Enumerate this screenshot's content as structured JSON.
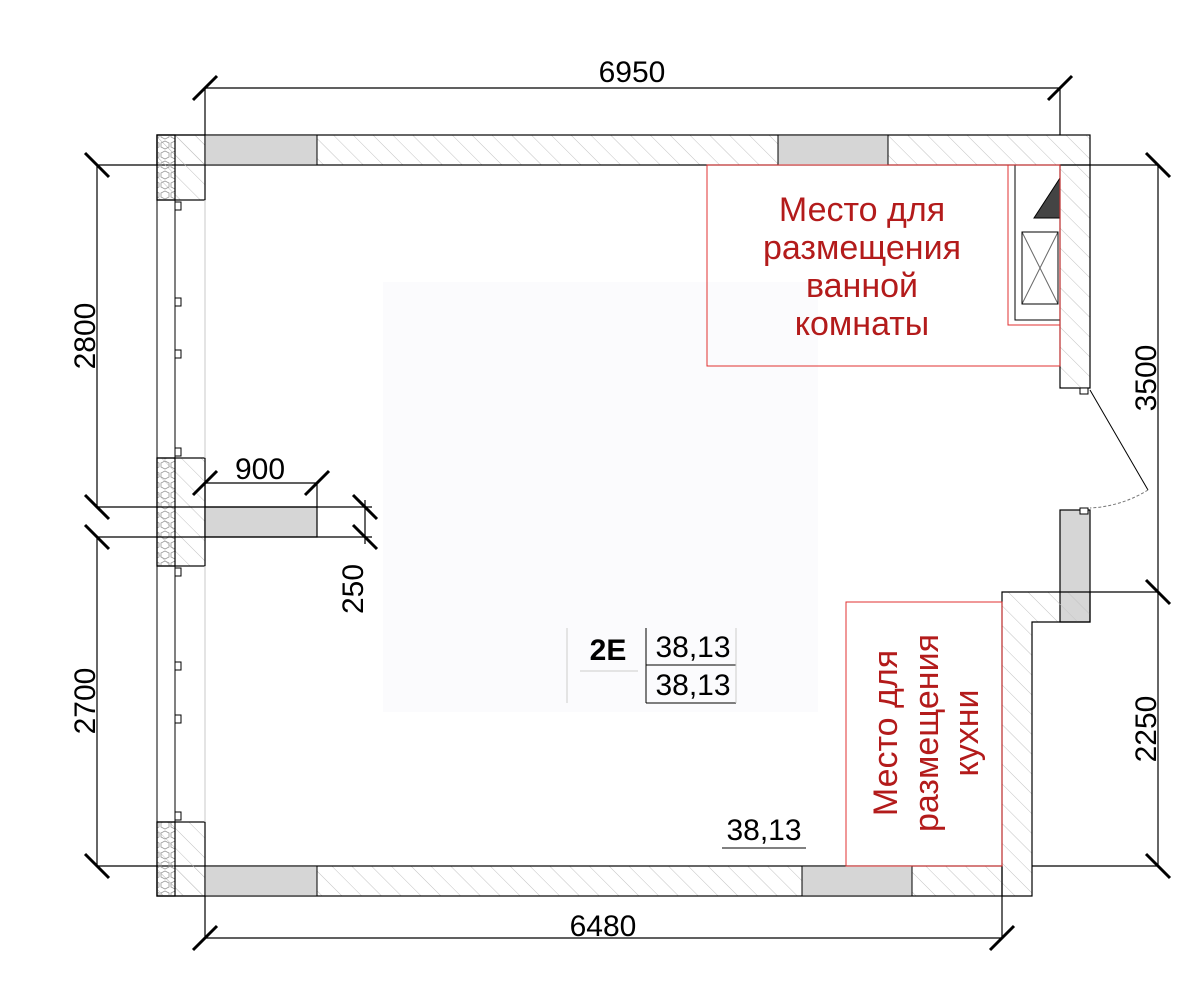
{
  "dimensions": {
    "top_width": "6950",
    "bottom_width": "6480",
    "left_upper": "2800",
    "left_lower": "2700",
    "right_upper": "3500",
    "right_lower": "2250",
    "partition_width": "900",
    "partition_thickness": "250"
  },
  "room": {
    "code": "2E",
    "area_total": "38,13",
    "area_living": "38,13",
    "area_label": "38,13"
  },
  "zones": {
    "bathroom": [
      "Место для",
      "размещения",
      "ванной",
      "комнаты"
    ],
    "kitchen": [
      "Место для",
      "размещения",
      "кухни"
    ]
  },
  "colors": {
    "wall_hatch_bg": "#ffffff",
    "hatch_line": "#b5b5b5",
    "window_fill": "#d6d6d6",
    "line": "#000000",
    "zone_border": "#e03030",
    "zone_text": "#b31b1b"
  }
}
